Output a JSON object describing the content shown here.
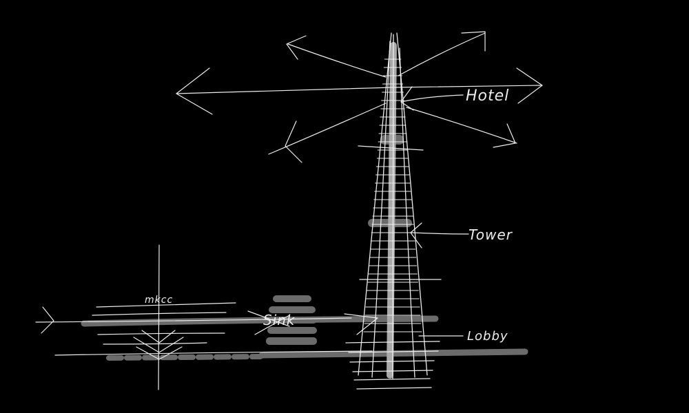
{
  "colors": {
    "background": "#000000",
    "ink": "#ededed",
    "grey_band": "#6b6b6b",
    "light_band": "#a9a9a9"
  },
  "labels": {
    "hotel": "Hotel",
    "tower": "Tower",
    "lobby": "Lobby",
    "upper_left": "mkcc",
    "center": "Sink"
  }
}
